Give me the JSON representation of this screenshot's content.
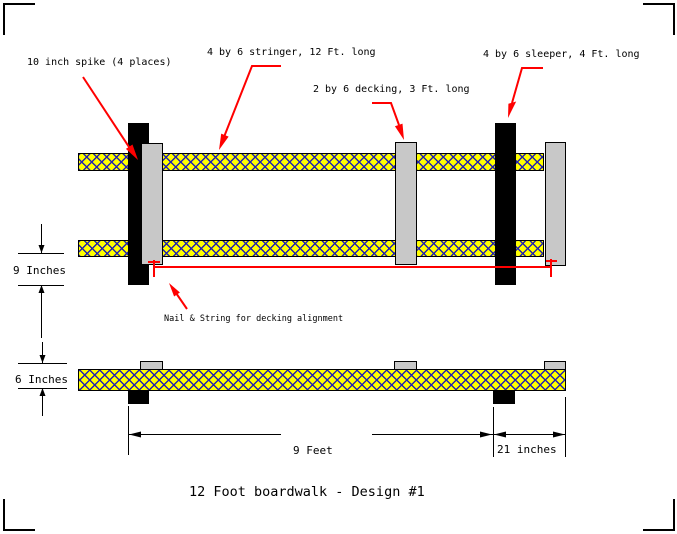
{
  "title": "12 Foot boardwalk - Design #1",
  "callouts": {
    "spike": "10 inch spike (4 places)",
    "stringer": "4 by 6 stringer, 12 Ft. long",
    "decking": "2 by 6 decking, 3 Ft. long",
    "sleeper": "4 by 6 sleeper, 4 Ft. long",
    "nail_string": "Nail & String for decking alignment"
  },
  "dimensions": {
    "upper": "9 Inches",
    "lower": "6 Inches",
    "span": "9 Feet",
    "overhang": "21 inches"
  },
  "colors": {
    "annotation_red": "#ff0000",
    "lumber_yellow": "#ffff00",
    "hatch_blue": "#2323ad",
    "decking_gray": "#c8c8c8",
    "line_black": "#000000"
  }
}
